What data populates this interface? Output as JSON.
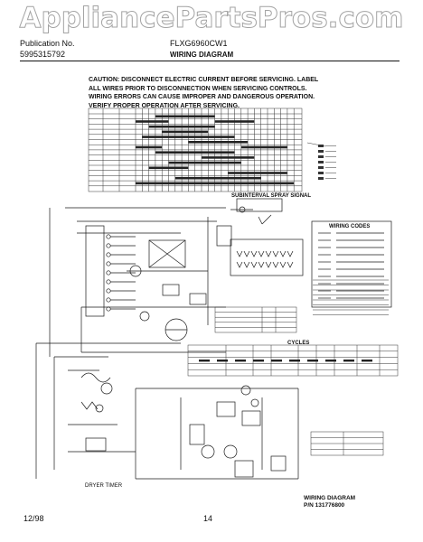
{
  "watermark": "AppliancePartsPros.com",
  "header": {
    "publication_label": "Publication No.",
    "publication_number": "5995315792",
    "model": "FLXG6960CW1",
    "title": "WIRING DIAGRAM"
  },
  "caution_lines": [
    "CAUTION: DISCONNECT ELECTRIC CURRENT BEFORE SERVICING. LABEL",
    "ALL WIRES PRIOR TO DISCONNECTION WHEN SERVICING CONTROLS.",
    "WIRING ERRORS CAN CAUSE IMPROPER AND DANGEROUS OPERATION.",
    "VERIFY PROPER OPERATION AFTER SERVICING."
  ],
  "section_labels": {
    "switch_section": "SUBINTERVAL SPRAY SIGNAL",
    "wiring_codes": "WIRING CODES",
    "cycles": "CYCLES",
    "driver_timer": "DRYER TIMER",
    "diagram_ref_title": "WIRING DIAGRAM",
    "diagram_ref_number": "P/N 131776800"
  },
  "footer": {
    "date": "12/98",
    "page": "14"
  },
  "colors": {
    "line": "#1a1a1a",
    "grid": "#444444",
    "watermark_stroke": "#9a9a9a"
  }
}
